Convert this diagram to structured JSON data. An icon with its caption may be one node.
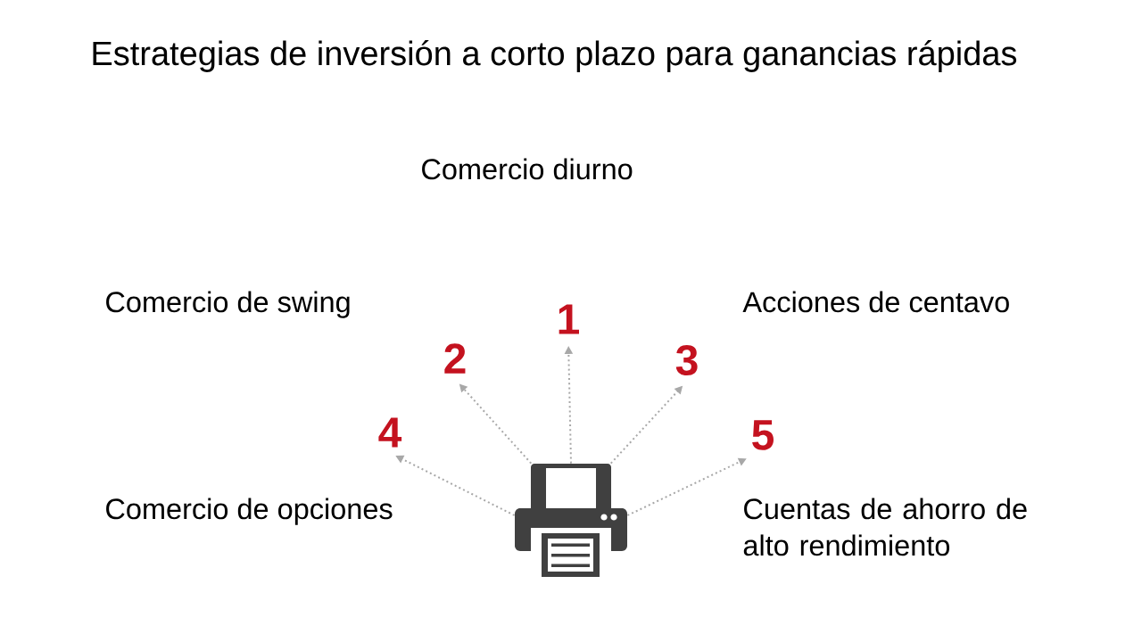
{
  "diagram": {
    "title": "Estrategias de inversión a corto plazo para ganancias rápidas",
    "nodes": [
      {
        "text": [
          "1"
        ]
      },
      {
        "text": [
          "2"
        ]
      },
      {
        "text": [
          "3"
        ]
      },
      {
        "text": [
          "4"
        ]
      },
      {
        "text": [
          "5"
        ]
      },
      {
        "text": [],
        "shape": "picture"
      }
    ],
    "edges": [
      {
        "from": 5,
        "to": 0,
        "arrow": "to"
      },
      {
        "from": 5,
        "to": 1,
        "arrow": "to"
      },
      {
        "from": 5,
        "to": 2,
        "arrow": "to"
      },
      {
        "from": 5,
        "to": 3,
        "arrow": "to"
      },
      {
        "from": 5,
        "to": 4,
        "arrow": "to"
      }
    ],
    "labels": [
      "Comercio diurno",
      "Comercio de swing",
      "Acciones de centavo",
      "Comercio de opciones",
      "Cuentas de ahorro de alto rendimiento"
    ]
  }
}
